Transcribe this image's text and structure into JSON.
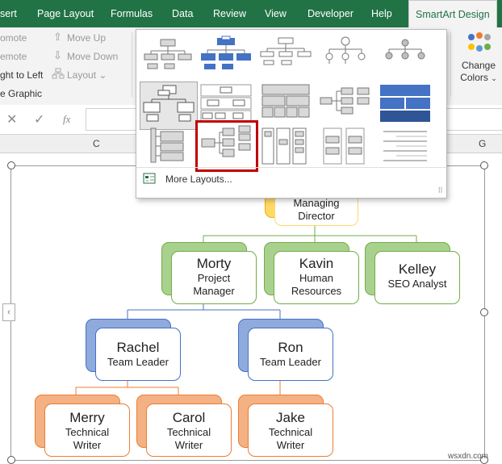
{
  "ribbon": {
    "tabs": [
      "sert",
      "Page Layout",
      "Formulas",
      "Data",
      "Review",
      "View",
      "Developer",
      "Help",
      "SmartArt Design"
    ],
    "active_tab": "SmartArt Design",
    "left_items": [
      "omote",
      "emote",
      "ght to Left",
      "e Graphic"
    ],
    "mid_items": [
      "Move Up",
      "Move Down",
      "Layout"
    ],
    "change_colors": "Change Colors"
  },
  "formula_bar": {
    "cancel": "✕",
    "enter": "✓",
    "fx": "fx"
  },
  "columns": [
    "C",
    "G"
  ],
  "gallery": {
    "more_layouts": "More Layouts..."
  },
  "org": {
    "top": {
      "name": "Managing",
      "role": "Director"
    },
    "level2": [
      {
        "name": "Morty",
        "role": "Project Manager",
        "role1": "Project",
        "role2": "Manager"
      },
      {
        "name": "Kavin",
        "role": "Human Resources",
        "role1": "Human",
        "role2": "Resources"
      },
      {
        "name": "Kelley",
        "role": "SEO Analyst"
      }
    ],
    "level3": [
      {
        "name": "Rachel",
        "role": "Team Leader"
      },
      {
        "name": "Ron",
        "role": "Team Leader"
      }
    ],
    "level4": [
      {
        "name": "Merry",
        "role1": "Technical",
        "role2": "Writer"
      },
      {
        "name": "Carol",
        "role1": "Technical",
        "role2": "Writer"
      },
      {
        "name": "Jake",
        "role1": "Technical",
        "role2": "Writer"
      }
    ]
  },
  "colors": {
    "excel_green": "#217346",
    "highlight_red": "#c00000",
    "smartart_blue": "#4472c4"
  },
  "watermark": "wsxdn.com"
}
